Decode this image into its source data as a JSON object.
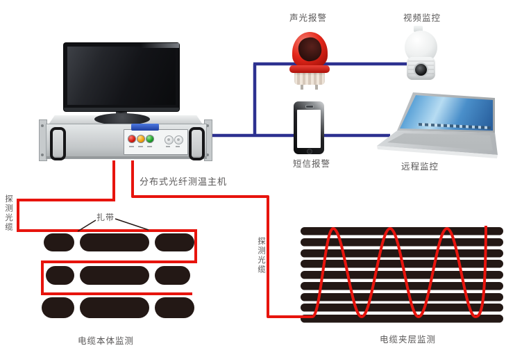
{
  "labels": {
    "alarm_light": "声光报警",
    "video_monitor": "视频监控",
    "sms_alarm": "短信报警",
    "remote_monitor": "远程监控",
    "host": "分布式光纤测温主机",
    "fiber_probe_left": "探测光缆",
    "fiber_probe_right": "探测光缆",
    "cable_tie": "扎带",
    "body_monitor": "电缆本体监测",
    "interlayer_monitor": "电缆夹层监测"
  },
  "colors": {
    "connection_blue": "#2d3190",
    "fiber_red": "#e7140d",
    "cable_black": "#231815",
    "label_gray": "#595757"
  }
}
